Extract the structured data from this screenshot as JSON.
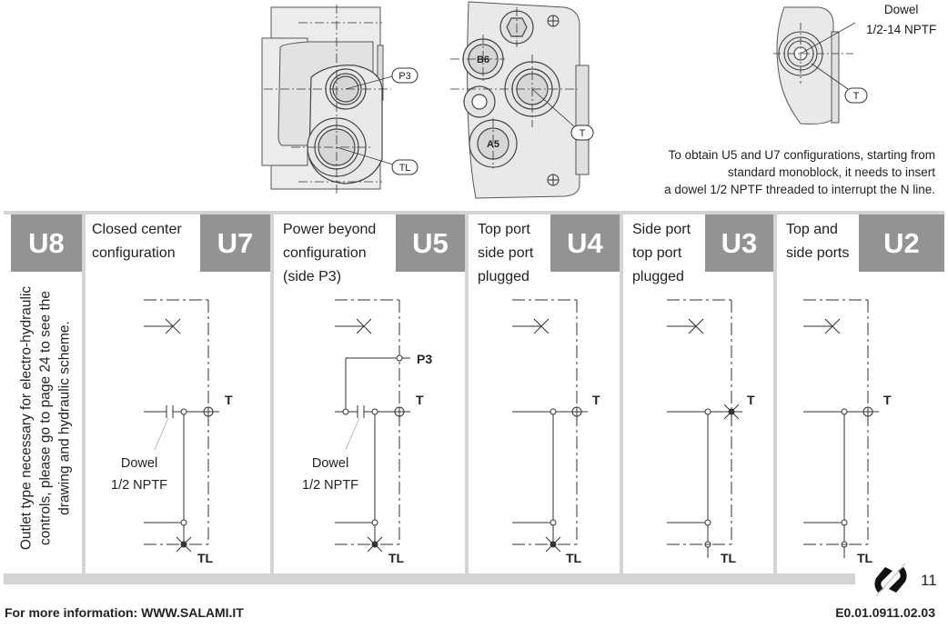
{
  "top_drawings": {
    "callouts": {
      "left_view": [
        "P3",
        "TL"
      ],
      "middle_view": [
        "B6",
        "A5",
        "T"
      ],
      "right_view": [
        "T"
      ]
    },
    "dowel_label": [
      "Dowel",
      "1/2-14 NPTF"
    ],
    "note": [
      "To obtain U5 and U7 configurations, starting from",
      "standard monoblock, it needs to insert",
      "a dowel 1/2 NPTF threaded to interrupt the N line."
    ]
  },
  "columns": [
    {
      "code": "U8",
      "side_text": [
        "Outlet type necessary for electro-hydraulic",
        "controls, please go to page 24 to see the",
        "drawing and hydraulic scheme."
      ]
    },
    {
      "code": "U7",
      "title": [
        "Closed center",
        "configuration"
      ],
      "ports": {
        "T": "T",
        "TL": "TL"
      },
      "dowel": [
        "Dowel",
        "1/2 NPTF"
      ],
      "t_state": "open",
      "tl_state": "plugged"
    },
    {
      "code": "U5",
      "title": [
        "Power beyond",
        "configuration",
        "(side P3)"
      ],
      "ports": {
        "T": "T",
        "TL": "TL",
        "P3": "P3"
      },
      "dowel": [
        "Dowel",
        "1/2 NPTF"
      ],
      "t_state": "open",
      "tl_state": "plugged"
    },
    {
      "code": "U4",
      "title": [
        "Top port",
        "side port",
        "plugged"
      ],
      "ports": {
        "T": "T",
        "TL": "TL"
      },
      "t_state": "open",
      "tl_state": "plugged"
    },
    {
      "code": "U3",
      "title": [
        "Side port",
        "top port",
        "plugged"
      ],
      "ports": {
        "T": "T",
        "TL": "TL"
      },
      "t_state": "plugged",
      "tl_state": "open"
    },
    {
      "code": "U2",
      "title": [
        "Top and",
        "side ports"
      ],
      "ports": {
        "T": "T",
        "TL": "TL"
      },
      "t_state": "open",
      "tl_state": "open"
    }
  ],
  "footer": {
    "info": "For more information: WWW.SALAMI.IT",
    "doc_code": "E0.01.0911.02.03",
    "page_number": "11",
    "logo_icon": "salami-logo-icon"
  },
  "colors": {
    "code_box": "#939393",
    "grid": "#d4d4d4",
    "line": "#333333"
  }
}
